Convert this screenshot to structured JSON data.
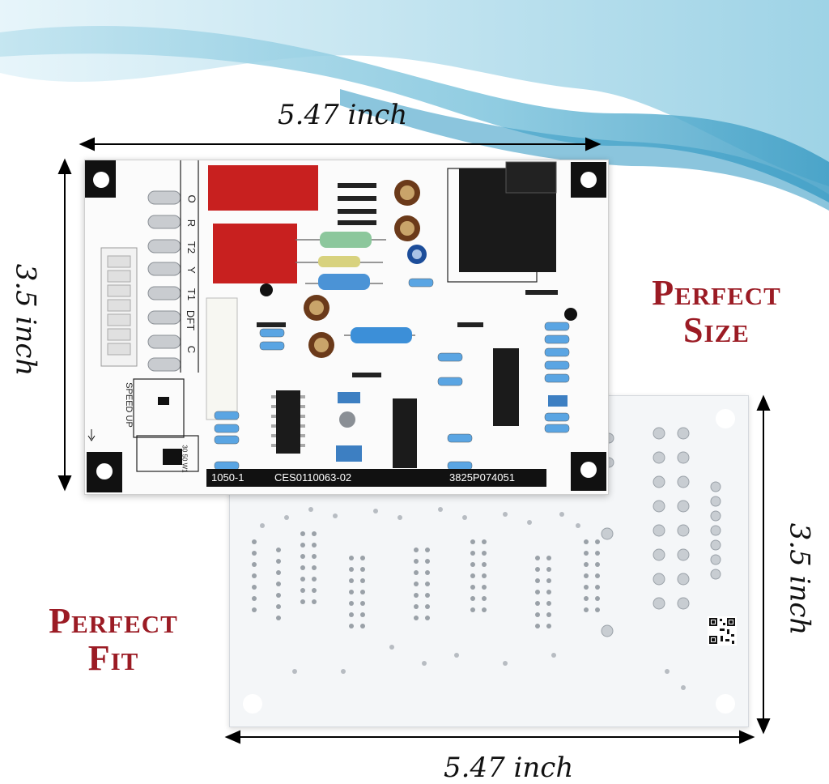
{
  "dimensions": {
    "top_width": "5.47 inch",
    "left_height": "3.5 inch",
    "right_height": "3.5 inch",
    "bottom_width": "5.47 inch"
  },
  "taglines": {
    "size_line1": "Perfect",
    "size_line2": "Size",
    "fit_line1": "Perfect",
    "fit_line2": "Fit"
  },
  "board": {
    "part_code_1": "1050-1",
    "part_code_2": "CES0110063-02",
    "part_code_3": "3825P074051",
    "terminal_labels": [
      "O",
      "R",
      "T2",
      "Y",
      "T1",
      "DFT",
      "C"
    ],
    "speed_up_label": "SPEED UP",
    "timer_label": "30 50 W1"
  },
  "colors": {
    "accent_red": "#9b1b24",
    "wave_blue": "#4aa6c9"
  }
}
